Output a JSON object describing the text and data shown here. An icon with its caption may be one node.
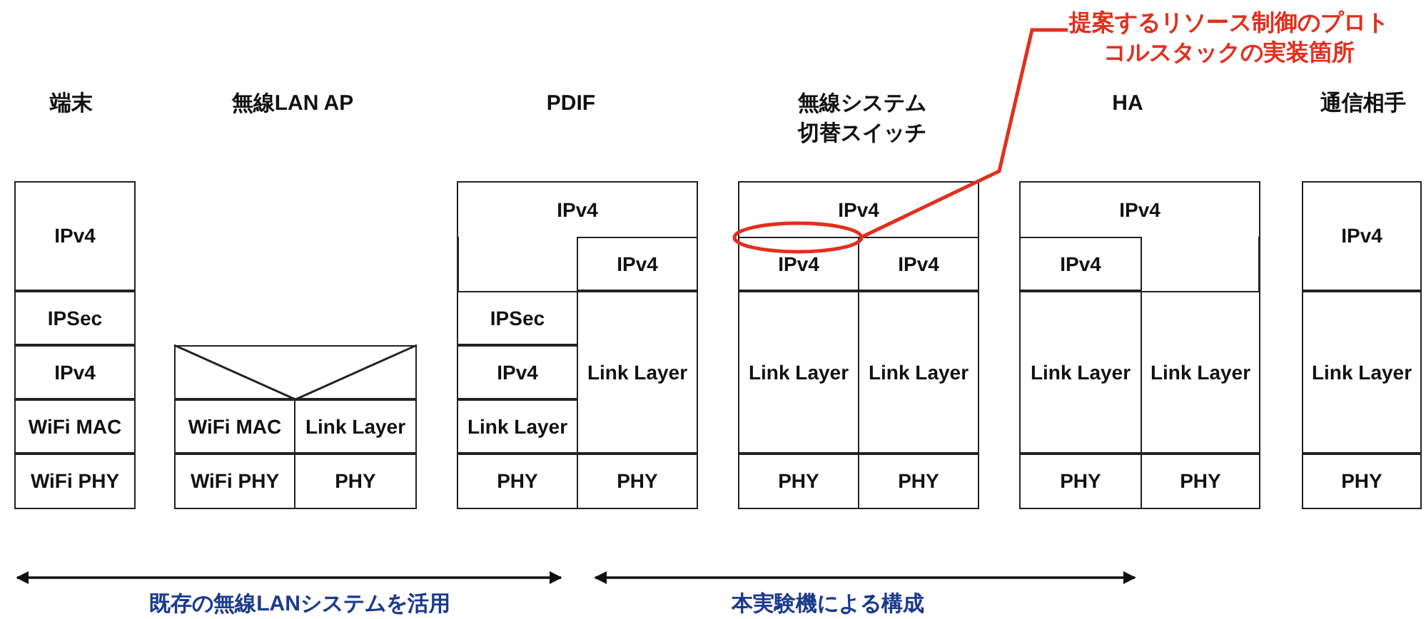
{
  "diagram": {
    "nodes": [
      {
        "text": [
          "提案するリソース制御のプロトコルスタックの実装箇所"
        ]
      },
      {
        "text": [
          "IPv4"
        ]
      },
      {
        "text": [
          "IPSec"
        ]
      },
      {
        "text": [
          "IPv4"
        ]
      },
      {
        "text": [
          "WiFi MAC"
        ]
      },
      {
        "text": [
          "WiFi PHY"
        ]
      },
      {
        "text": [],
        "shape": "box"
      },
      {
        "text": [
          "WiFi MAC"
        ]
      },
      {
        "text": [
          "Link Layer"
        ]
      },
      {
        "text": [
          "WiFi PHY"
        ]
      },
      {
        "text": [
          "PHY"
        ]
      },
      {
        "text": [
          "IPv4"
        ]
      },
      {
        "text": [
          "IPv4"
        ]
      },
      {
        "text": [
          "IPSec"
        ]
      },
      {
        "text": [
          "Link Layer"
        ]
      },
      {
        "text": [
          "IPv4"
        ]
      },
      {
        "text": [
          "Link Layer"
        ]
      },
      {
        "text": [
          "PHY"
        ]
      },
      {
        "text": [
          "PHY"
        ]
      },
      {
        "text": [
          "IPv4"
        ]
      },
      {
        "text": [
          "IPv4"
        ]
      },
      {
        "text": [
          "IPv4"
        ]
      },
      {
        "text": [
          "Link Layer"
        ]
      },
      {
        "text": [
          "Link Layer"
        ]
      },
      {
        "text": [
          "PHY"
        ]
      },
      {
        "text": [
          "PHY"
        ]
      },
      {
        "text": [],
        "shape": "ellipse"
      },
      {
        "text": [
          "IPv4"
        ]
      },
      {
        "text": [
          "IPv4"
        ]
      },
      {
        "text": [
          "Link Layer"
        ]
      },
      {
        "text": [
          "Link Layer"
        ]
      },
      {
        "text": [
          "PHY"
        ]
      },
      {
        "text": [
          "PHY"
        ]
      },
      {
        "text": [
          "IPv4"
        ]
      },
      {
        "text": [
          "Link Layer"
        ]
      },
      {
        "text": [
          "PHY"
        ]
      }
    ],
    "edges": [
      {
        "from": 0,
        "to": 26,
        "arrow": "none",
        "color": "#e0301e"
      }
    ],
    "labels": [
      "端末",
      "無線LAN AP",
      "PDIF",
      "無線システム切替スイッチ",
      "HA",
      "通信相手",
      "既存の無線LANシステムを活用",
      "本実験機による構成"
    ]
  }
}
